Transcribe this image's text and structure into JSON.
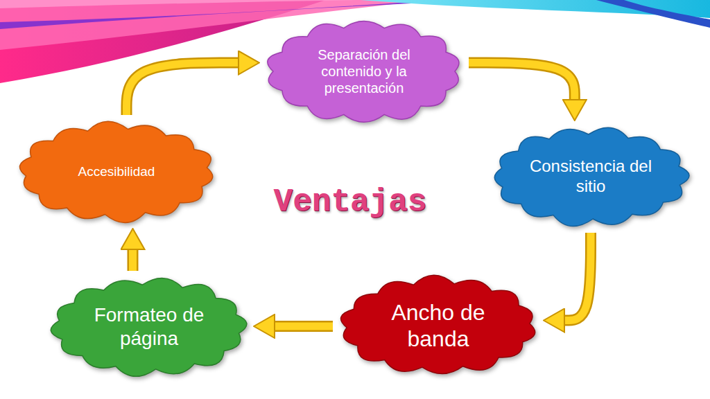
{
  "diagram": {
    "title": "Ventajas",
    "nodes": [
      {
        "text": [
          "Separación del contenido y la presentación"
        ]
      },
      {
        "text": [
          "Consistencia del sitio"
        ]
      },
      {
        "text": [
          "Ancho de banda"
        ]
      },
      {
        "text": [
          "Formateo de página"
        ]
      },
      {
        "text": [
          "Accesibilidad"
        ]
      }
    ],
    "edges": [
      {
        "from": 0,
        "to": 1,
        "arrow": "to"
      },
      {
        "from": 1,
        "to": 2,
        "arrow": "to"
      },
      {
        "from": 2,
        "to": 3,
        "arrow": "to"
      },
      {
        "from": 3,
        "to": 4,
        "arrow": "to"
      },
      {
        "from": 4,
        "to": 0,
        "arrow": "to"
      }
    ]
  }
}
